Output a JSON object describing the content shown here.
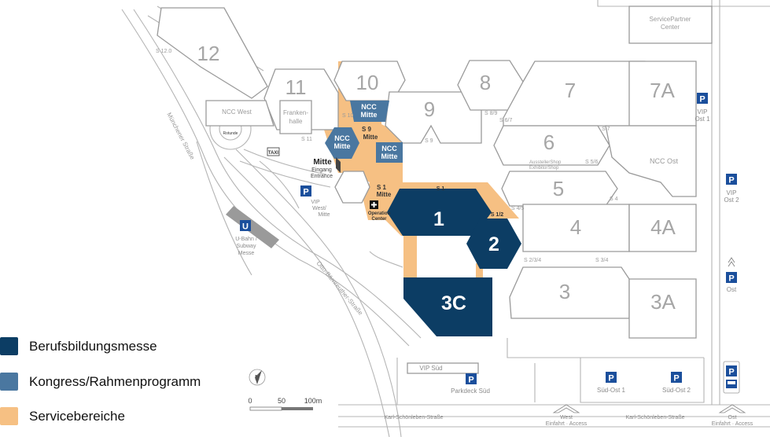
{
  "colors": {
    "beruf": "#0c3d64",
    "kongress": "#4a77a0",
    "service": "#f6c083",
    "hall_fill": "#ffffff",
    "hall_stroke": "#9a9a9a",
    "parking": "#1b4f9c"
  },
  "halls": {
    "h12": "12",
    "h11": "11",
    "h10": "10",
    "h9": "9",
    "h8": "8",
    "h7": "7",
    "h7a": "7A",
    "h6": "6",
    "h5": "5",
    "h4": "4",
    "h4a": "4A",
    "h3": "3",
    "h3a": "3A",
    "h1": "1",
    "h2": "2",
    "h3c": "3C"
  },
  "labels": {
    "servicepartner_1": "ServicePartner",
    "servicepartner_2": "Center",
    "ncc_west": "NCC West",
    "frankenhalle_1": "Franken-",
    "frankenhalle_2": "halle",
    "rotunde": "Rotunde",
    "taxi": "TAXI",
    "ncc_mitte_1": "NCC",
    "ncc_mitte_2": "Mitte",
    "ncc_ost": "NCC Ost",
    "aussteller_1": "AusstellerShop",
    "aussteller_2": "ExhibitorShop",
    "mitte_1": "Mitte",
    "mitte_2": "Eingang",
    "mitte_3": "Entrance",
    "s9mitte_1": "S 9",
    "s9mitte_2": "Mitte",
    "s1mitte_1": "S 1",
    "s1mitte_2": "Mitte",
    "op_1": "Operation",
    "op_2": "Center",
    "s1": "S 1",
    "s12": "S 1/2",
    "s45": "S 4/5",
    "s4": "S 4",
    "s234": "S 2/3/4",
    "s34": "S 3/4",
    "s56": "S 5/6",
    "s7": "S 7",
    "s67": "S 6/7",
    "s89": "S 8/9",
    "s9": "S 9",
    "s10": "S 10",
    "s11": "S 11",
    "s120": "S 12.0",
    "vip_west_1": "VIP",
    "vip_west_2": "West/",
    "vip_west_3": "Mitte",
    "ubahn_1": "U-Bahn /",
    "ubahn_2": "Subway",
    "ubahn_3": "Messe",
    "ubahn_letter": "U",
    "vip_ost1_1": "VIP",
    "vip_ost1_2": "Ost 1",
    "vip_ost2_1": "VIP",
    "vip_ost2_2": "Ost 2",
    "ost": "Ost",
    "vip_sued": "VIP Süd",
    "parkdeck_sued": "Parkdeck Süd",
    "sued_ost1": "Süd-Ost 1",
    "sued_ost2": "Süd-Ost 2",
    "p": "P"
  },
  "streets": {
    "muenchener": "Münchener Straße",
    "otto": "Otto-Bärnreuther-Straße",
    "karl_left": "Karl-Schönleben-Straße",
    "karl_right": "Karl-Schönleben-Straße"
  },
  "access": {
    "west_1": "West",
    "west_2": "Einfahrt · Access",
    "ost_1": "Ost",
    "ost_2": "Einfahrt · Access"
  },
  "scale": {
    "s0": "0",
    "s50": "50",
    "s100": "100m",
    "compass": "N"
  },
  "legend": [
    {
      "label": "Berufsbildungsmesse",
      "color": "#0c3d64"
    },
    {
      "label": "Kongress/Rahmenprogramm",
      "color": "#4a77a0"
    },
    {
      "label": "Servicebereiche",
      "color": "#f6c083"
    }
  ]
}
